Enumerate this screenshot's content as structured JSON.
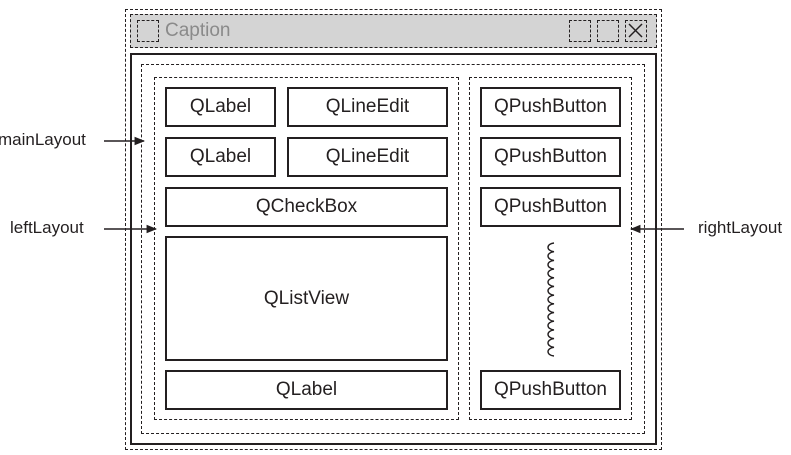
{
  "window": {
    "caption": "Caption",
    "title_buttons": [
      "minimize-icon",
      "maximize-icon",
      "close-icon"
    ]
  },
  "annotations": {
    "main_layout": "mainLayout",
    "left_layout": "leftLayout",
    "right_layout": "rightLayout"
  },
  "left_widgets": {
    "label1": "QLabel",
    "edit1": "QLineEdit",
    "label2": "QLabel",
    "edit2": "QLineEdit",
    "checkbox": "QCheckBox",
    "listview": "QListView",
    "label3": "QLabel"
  },
  "right_widgets": {
    "button1": "QPushButton",
    "button2": "QPushButton",
    "button3": "QPushButton",
    "button4": "QPushButton"
  },
  "colors": {
    "ink": "#231f20",
    "titlebar": "#d4d4d4",
    "caption_text": "#8a8a8a"
  }
}
